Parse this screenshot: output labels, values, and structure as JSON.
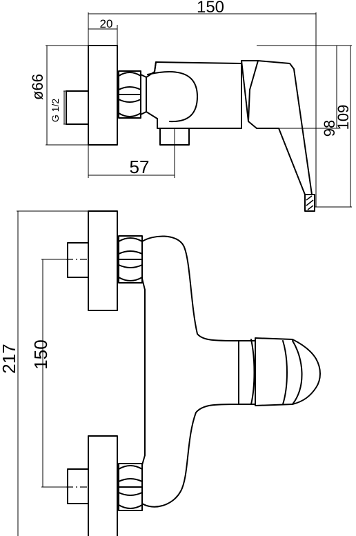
{
  "dimensions": {
    "overall_length": "150",
    "flange_depth": "20",
    "flange_diameter": "ø66",
    "thread_size": "G 1/2",
    "outlet_offset": "57",
    "body_height": "98",
    "lever_height": "109",
    "total_height": "217",
    "inlet_spacing": "150"
  },
  "colors": {
    "line": "#000000",
    "background": "#ffffff"
  }
}
